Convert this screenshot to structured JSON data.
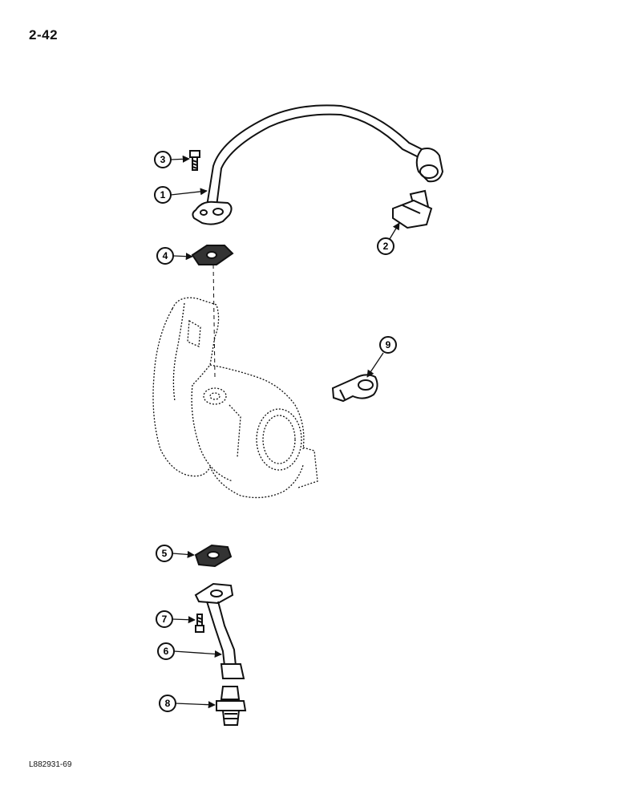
{
  "page": {
    "number": "2-42",
    "figure_code": "L882931-69"
  },
  "callouts": [
    {
      "id": "callout-1",
      "label": "1"
    },
    {
      "id": "callout-2",
      "label": "2"
    },
    {
      "id": "callout-3",
      "label": "3"
    },
    {
      "id": "callout-4",
      "label": "4"
    },
    {
      "id": "callout-5",
      "label": "5"
    },
    {
      "id": "callout-6",
      "label": "6"
    },
    {
      "id": "callout-7",
      "label": "7"
    },
    {
      "id": "callout-8",
      "label": "8"
    },
    {
      "id": "callout-9",
      "label": "9"
    }
  ]
}
